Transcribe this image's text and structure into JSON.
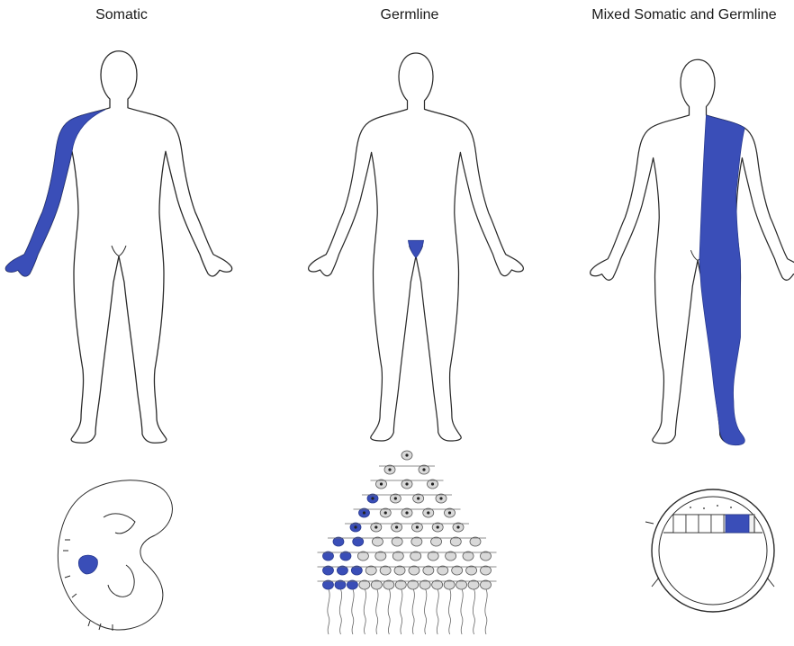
{
  "panels": [
    {
      "title": "Somatic"
    },
    {
      "title": "Germline"
    },
    {
      "title": "Mixed Somatic and Germline"
    }
  ],
  "colors": {
    "highlight": "#3a4eb8",
    "outline": "#2a2a2a",
    "cell": "#d9d9d9"
  },
  "icons": [
    "human-figure",
    "embryo-drawing",
    "cell-lineage-tree",
    "blastocyst-drawing"
  ]
}
